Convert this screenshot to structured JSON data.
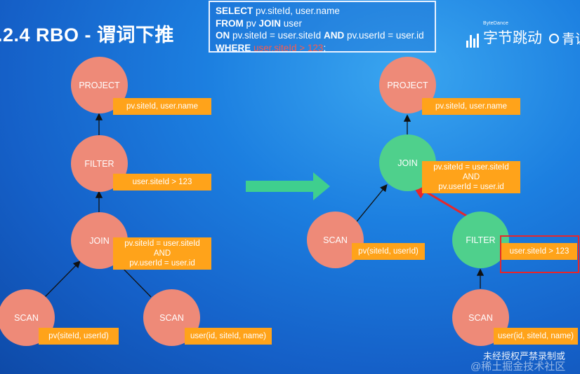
{
  "slide": {
    "title": ".2.4 RBO - 谓词下推"
  },
  "sql": {
    "line1_kw": "SELECT",
    "line1_rest": " pv.siteId, user.name",
    "line2_kw1": "FROM",
    "line2_mid": " pv ",
    "line2_kw2": "JOIN",
    "line2_rest": " user",
    "line3_kw1": "ON",
    "line3_mid": " pv.siteId = user.siteId ",
    "line3_kw2": "AND",
    "line3_rest": " pv.userId = user.id",
    "line4_kw": "WHERE",
    "line4_hl": " user.siteId > 123",
    "line4_end": ";"
  },
  "logos": {
    "bytedance_small": "ByteDance",
    "bytedance_cn": "字节跳动",
    "qing": "青训"
  },
  "left_tree": {
    "project": "PROJECT",
    "project_tag": "pv.siteId, user.name",
    "filter": "FILTER",
    "filter_tag": "user.siteId > 123",
    "join": "JOIN",
    "join_tag_1": "pv.siteId = user.siteId",
    "join_tag_2": "AND",
    "join_tag_3": "pv.userId = user.id",
    "scan_left": "SCAN",
    "scan_left_tag": "pv(siteId, userId)",
    "scan_right": "SCAN",
    "scan_right_tag": "user(id, siteId, name)"
  },
  "right_tree": {
    "project": "PROJECT",
    "project_tag": "pv.siteId, user.name",
    "join": "JOIN",
    "join_tag_1": "pv.siteId = user.siteId",
    "join_tag_2": "AND",
    "join_tag_3": "pv.userId = user.id",
    "scan_left": "SCAN",
    "scan_left_tag": "pv(siteId, userId)",
    "filter": "FILTER",
    "filter_tag": "user.siteId > 123",
    "scan_right": "SCAN",
    "scan_right_tag": "user(id, siteId, name)"
  },
  "watermarks": {
    "notice": "未经授权严禁录制或",
    "community": "@稀土掘金技术社区"
  },
  "colors": {
    "node_salmon": "#ee8a78",
    "node_green": "#4fd08c",
    "tag_orange": "#ffa31a",
    "arrow_green": "#3fcf8e",
    "highlight_red": "#e8262a"
  }
}
